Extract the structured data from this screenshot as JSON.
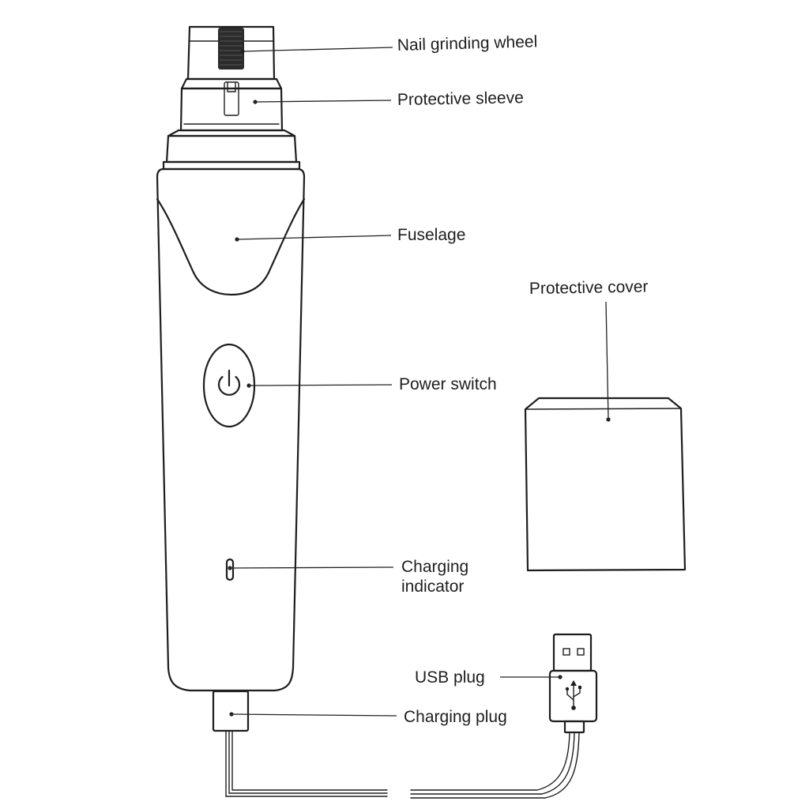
{
  "labels": {
    "nail_grinding_wheel": "Nail grinding wheel",
    "protective_sleeve": "Protective sleeve",
    "fuselage": "Fuselage",
    "protective_cover": "Protective cover",
    "power_switch": "Power switch",
    "charging_indicator_line1": "Charging",
    "charging_indicator_line2": "indicator",
    "usb_plug": "USB plug",
    "charging_plug": "Charging plug"
  },
  "icons": {
    "power_button": "power-icon",
    "usb_symbol": "usb-icon"
  },
  "colors": {
    "line": "#1e1e1e",
    "background": "#ffffff"
  }
}
